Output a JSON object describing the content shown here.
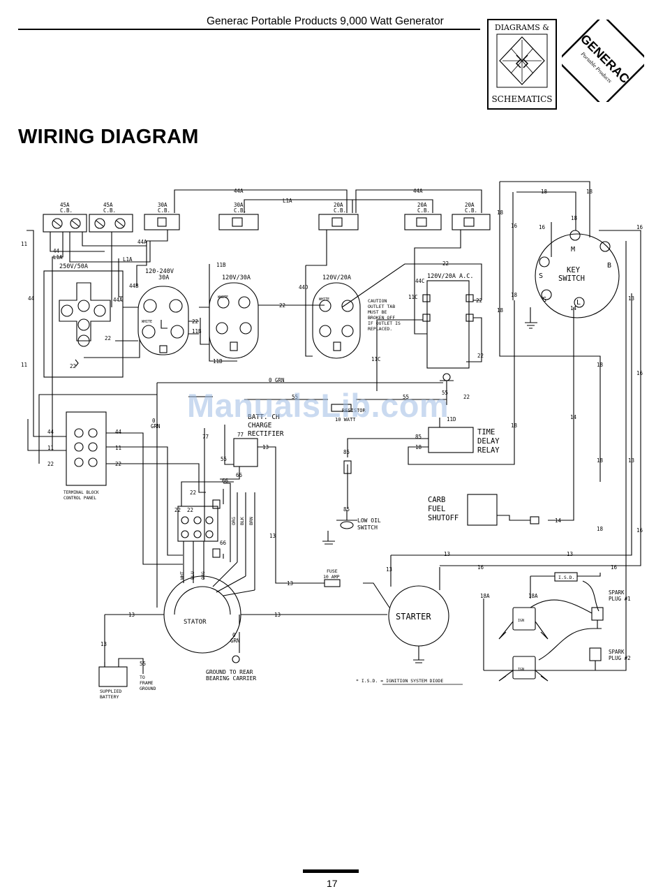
{
  "header": {
    "title": "Generac Portable Products 9,000 Watt Generator",
    "logo_ds_top": "DIAGRAMS &",
    "logo_ds_bottom": "SCHEMATICS",
    "logo_brand": "GENERAC",
    "logo_brand_sub": "Portable Products"
  },
  "page_title": "WIRING DIAGRAM",
  "watermark": "ManualsLib.com",
  "breakers": {
    "b45a_1": "45A",
    "b45a_2": "45A",
    "b30a_1": "30A",
    "b30a_2": "30A",
    "b20a_1": "20A",
    "b20a_2": "20A",
    "b20a_3": "20A",
    "cb": "C.B."
  },
  "outlets": {
    "o250": "250V/50A",
    "o120_240": "120-240V",
    "o120_240_amp": "30A",
    "o120_30": "120V/30A",
    "o120_20": "120V/20A",
    "o120_20ac": "120V/20A A.C.",
    "white": "WHITE"
  },
  "caution": [
    "CAUTION",
    "OUTLET TAB",
    "MUST BE",
    "BROKEN OFF",
    "IF OUTLET IS",
    "REPLACED."
  ],
  "key_switch": {
    "label1": "KEY",
    "label2": "SWITCH",
    "m": "M",
    "b": "B",
    "s": "S",
    "g": "G",
    "l": "L"
  },
  "components": {
    "batt_charge": "BATT. CH",
    "charge": "CHARGE",
    "rectifier": "RECTIFIER",
    "resistor": "RESISTOR",
    "resistor_watt": "10 WATT",
    "time_delay": [
      "TIME",
      "DELAY",
      "RELAY"
    ],
    "carb": [
      "CARB",
      "FUEL",
      "SHUTOFF"
    ],
    "low_oil": [
      "LOW OIL",
      "SWITCH"
    ],
    "terminal_block": [
      "TERMINAL BLOCK",
      "CONTROL PANEL"
    ],
    "fuse": [
      "FUSE",
      "10 AMP"
    ],
    "stator": "STATOR",
    "starter": "STARTER",
    "battery": [
      "SUPPLIED",
      "BATTERY"
    ],
    "frame_ground": [
      "TO",
      "FRAME",
      "GROUND"
    ],
    "ground_rear": [
      "GROUND TO REAR",
      "BEARING CARRIER"
    ],
    "spark1": [
      "SPARK",
      "PLUG #1"
    ],
    "spark2": [
      "SPARK",
      "PLUG #2"
    ],
    "isd": "I.S.D.",
    "isd_note": "* I.S.D. = IGNITION SYSTEM DIODE",
    "ign": "IGN",
    "grn": "GRN",
    "stator_wires": [
      "WHT",
      "BLU",
      "ORG"
    ],
    "rect_wires": [
      "ORG",
      "BLK",
      "BRN"
    ]
  },
  "wires": {
    "w44A": "44A",
    "wL1A": "L1A",
    "w44": "44",
    "w11": "11",
    "w22": "22",
    "w44B": "44B",
    "w11B": "11B",
    "w44D": "44D",
    "w44C": "44C",
    "w11C": "11C",
    "w0GRN": "0 GRN",
    "w0": "0",
    "w55": "55",
    "w77": "77",
    "w66": "66",
    "w13": "13",
    "w16": "16",
    "w18": "18",
    "w18A": "18A",
    "w14": "14",
    "w85": "85",
    "w11D": "11D",
    "w22p": "22"
  },
  "page_number": "17"
}
